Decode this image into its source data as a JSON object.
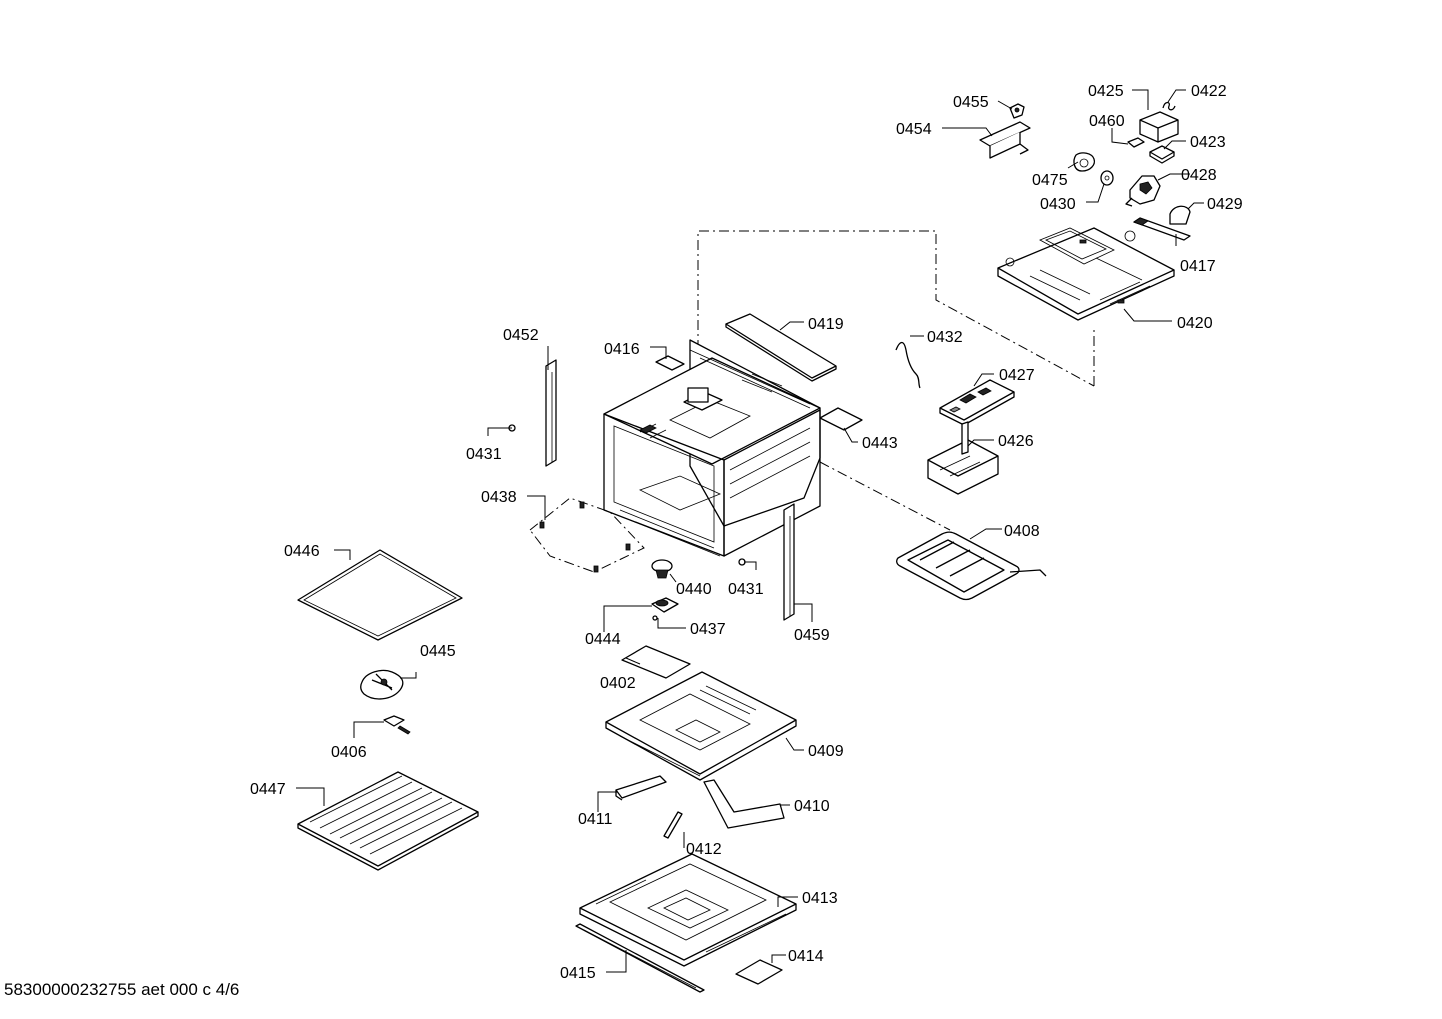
{
  "document_id": "58300000232755 aet 000 c 4/6",
  "labels": {
    "p0455": "0455",
    "p0454": "0454",
    "p0425": "0425",
    "p0422": "0422",
    "p0460": "0460",
    "p0423": "0423",
    "p0475": "0475",
    "p0428": "0428",
    "p0430": "0430",
    "p0429": "0429",
    "p0417": "0417",
    "p0420": "0420",
    "p0419": "0419",
    "p0452": "0452",
    "p0416": "0416",
    "p0432": "0432",
    "p0427": "0427",
    "p0443": "0443",
    "p0426": "0426",
    "p0431a": "0431",
    "p0431b": "0431",
    "p0438": "0438",
    "p0408": "0408",
    "p0446": "0446",
    "p0440": "0440",
    "p0459": "0459",
    "p0444": "0444",
    "p0437": "0437",
    "p0445": "0445",
    "p0402": "0402",
    "p0406": "0406",
    "p0409": "0409",
    "p0447": "0447",
    "p0410": "0410",
    "p0411": "0411",
    "p0412": "0412",
    "p0413": "0413",
    "p0414": "0414",
    "p0415": "0415"
  }
}
